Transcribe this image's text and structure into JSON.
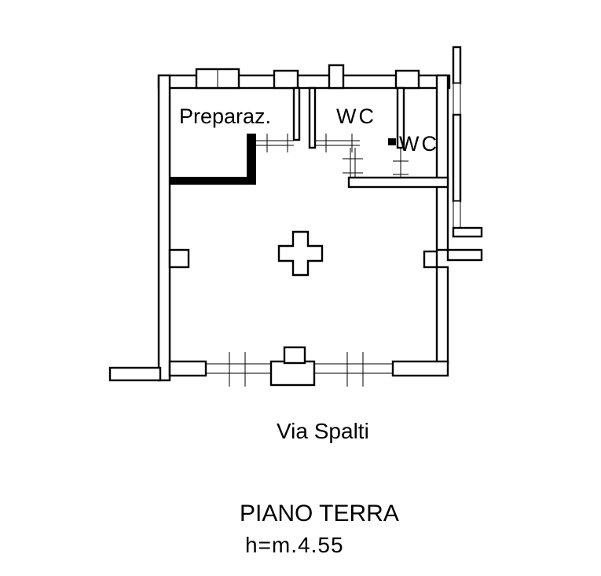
{
  "document": {
    "type": "architectural-floor-plan"
  },
  "colors": {
    "line": "#000000",
    "background": "#ffffff"
  },
  "labels": {
    "room_preparaz": "Preparaz.",
    "room_wc_left": "WC",
    "room_wc_right": "WC",
    "street": "Via Spalti",
    "floor": "PIANO TERRA",
    "height": "h=m.4.55"
  }
}
